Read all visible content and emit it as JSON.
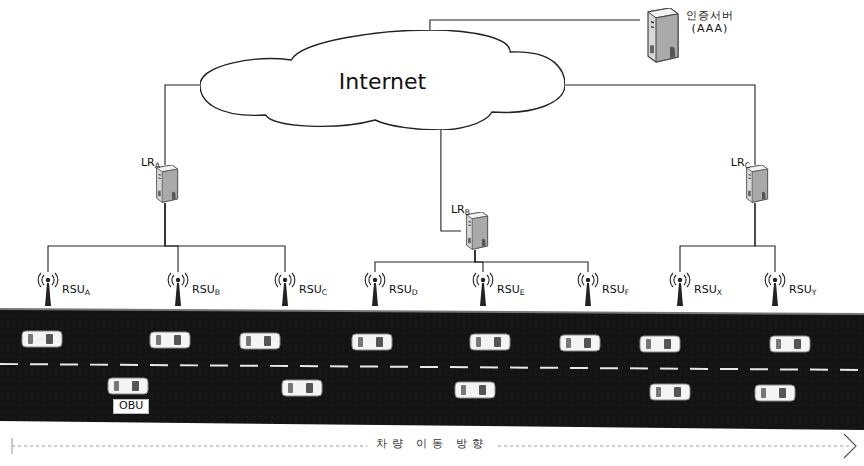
{
  "diagram": {
    "nodes": [
      {
        "text": [
          "Internet"
        ]
      },
      {
        "text": [
          "인증서버 (AAA)"
        ]
      },
      {
        "text": [
          "LRA"
        ]
      },
      {
        "text": [
          "LRB"
        ]
      },
      {
        "text": [
          "LRC"
        ]
      },
      {
        "text": [
          "RSUA"
        ]
      },
      {
        "text": [
          "RSUB"
        ]
      },
      {
        "text": [
          "RSUC"
        ]
      },
      {
        "text": [
          "RSUD"
        ]
      },
      {
        "text": [
          "RSUE"
        ]
      },
      {
        "text": [
          "RSUF"
        ]
      },
      {
        "text": [
          "RSUX"
        ]
      },
      {
        "text": [
          "RSUY"
        ]
      }
    ],
    "edges": [
      {
        "from": 0,
        "to": 1,
        "arrow": "none"
      },
      {
        "from": 0,
        "to": 2,
        "arrow": "none"
      },
      {
        "from": 0,
        "to": 3,
        "arrow": "none"
      },
      {
        "from": 0,
        "to": 4,
        "arrow": "none"
      },
      {
        "from": 2,
        "to": 5,
        "arrow": "none"
      },
      {
        "from": 2,
        "to": 6,
        "arrow": "none"
      },
      {
        "from": 2,
        "to": 7,
        "arrow": "none"
      },
      {
        "from": 3,
        "to": 8,
        "arrow": "none"
      },
      {
        "from": 3,
        "to": 9,
        "arrow": "none"
      },
      {
        "from": 3,
        "to": 10,
        "arrow": "none"
      },
      {
        "from": 4,
        "to": 11,
        "arrow": "none"
      },
      {
        "from": 4,
        "to": 12,
        "arrow": "none"
      }
    ],
    "labels": [
      "OBU",
      "차량 이동 방향"
    ]
  }
}
